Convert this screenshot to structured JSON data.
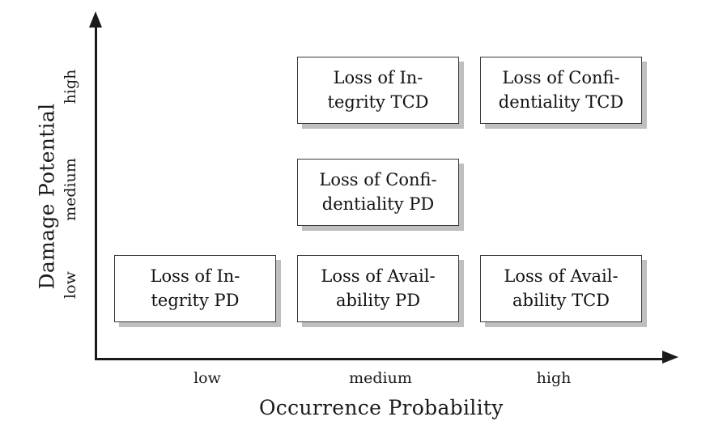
{
  "chart_data": {
    "type": "table",
    "title": "",
    "xlabel": "Occurrence Probability",
    "ylabel": "Damage Potential",
    "x_categories": [
      "low",
      "medium",
      "high"
    ],
    "y_categories": [
      "low",
      "medium",
      "high"
    ],
    "grid": false,
    "legend": "none",
    "cells": [
      {
        "x": "medium",
        "y": "high",
        "text": "Loss of Integrity TCD",
        "line1": "Loss of In-",
        "line2": "tegrity TCD"
      },
      {
        "x": "high",
        "y": "high",
        "text": "Loss of Confidentiality TCD",
        "line1": "Loss of Confi-",
        "line2": "dentiality TCD"
      },
      {
        "x": "medium",
        "y": "medium",
        "text": "Loss of Confidentiality PD",
        "line1": "Loss of Confi-",
        "line2": "dentiality PD"
      },
      {
        "x": "low",
        "y": "low",
        "text": "Loss of Integrity PD",
        "line1": "Loss of In-",
        "line2": "tegrity PD"
      },
      {
        "x": "medium",
        "y": "low",
        "text": "Loss of Availability PD",
        "line1": "Loss of Avail-",
        "line2": "ability PD"
      },
      {
        "x": "high",
        "y": "low",
        "text": "Loss of Availability TCD",
        "line1": "Loss of Avail-",
        "line2": "ability TCD"
      }
    ]
  },
  "axes": {
    "y_title": "Damage Potential",
    "x_title": "Occurrence Probability",
    "y_ticks": {
      "high": "high",
      "medium": "medium",
      "low": "low"
    },
    "x_ticks": {
      "low": "low",
      "medium": "medium",
      "high": "high"
    }
  },
  "colors": {
    "axis": "#1a1a1a",
    "box_border": "#3a3a3a",
    "box_fill": "#ffffff",
    "box_shadow": "#bfbfbf",
    "text": "#111111",
    "background": "#ffffff"
  }
}
